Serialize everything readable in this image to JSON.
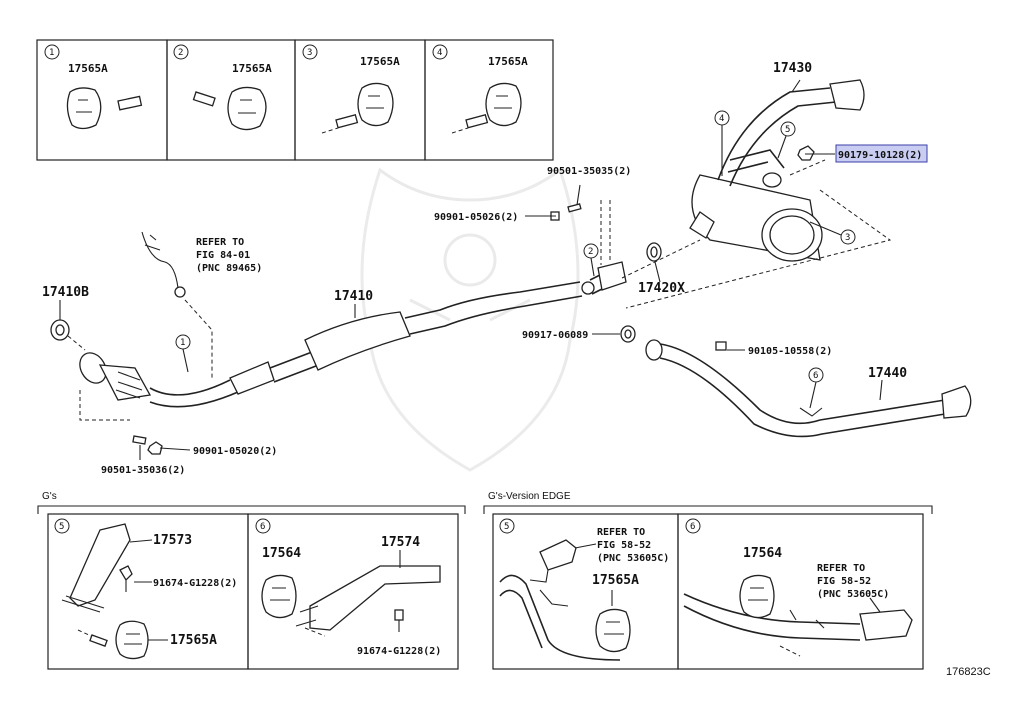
{
  "diagram_code": "176823C",
  "inset_boxes": [
    {
      "num": "1",
      "part": "17565A"
    },
    {
      "num": "2",
      "part": "17565A"
    },
    {
      "num": "3",
      "part": "17565A"
    },
    {
      "num": "4",
      "part": "17565A"
    }
  ],
  "main": {
    "p17430": "17430",
    "p90179": "90179-10128(2)",
    "p90501a": "90501-35035(2)",
    "p90901a": "90901-05026(2)",
    "refer1_l1": "REFER TO",
    "refer1_l2": "FIG 84-01",
    "refer1_l3": "(PNC 89465)",
    "p17410b": "17410B",
    "p17410": "17410",
    "p17420x": "17420X",
    "p90917": "90917-06089",
    "p90105": "90105-10558(2)",
    "p17440": "17440",
    "p90901b": "90901-05020(2)",
    "p90501b": "90501-35036(2)",
    "callouts": [
      "1",
      "2",
      "3",
      "4",
      "5",
      "6"
    ]
  },
  "sections": {
    "gs_title": "G's",
    "edge_title": "G's-Version EDGE",
    "gs5": {
      "num": "5",
      "p17573": "17573",
      "p91674": "91674-G1228(2)",
      "p17565a": "17565A"
    },
    "gs6": {
      "num": "6",
      "p17564": "17564",
      "p17574": "17574",
      "p91674": "91674-G1228(2)"
    },
    "edge5": {
      "num": "5",
      "r_l1": "REFER TO",
      "r_l2": "FIG 58-52",
      "r_l3": "(PNC 53605C)",
      "p17565a": "17565A"
    },
    "edge6": {
      "num": "6",
      "p17564": "17564",
      "r_l1": "REFER TO",
      "r_l2": "FIG 58-52",
      "r_l3": "(PNC 53605C)"
    }
  }
}
